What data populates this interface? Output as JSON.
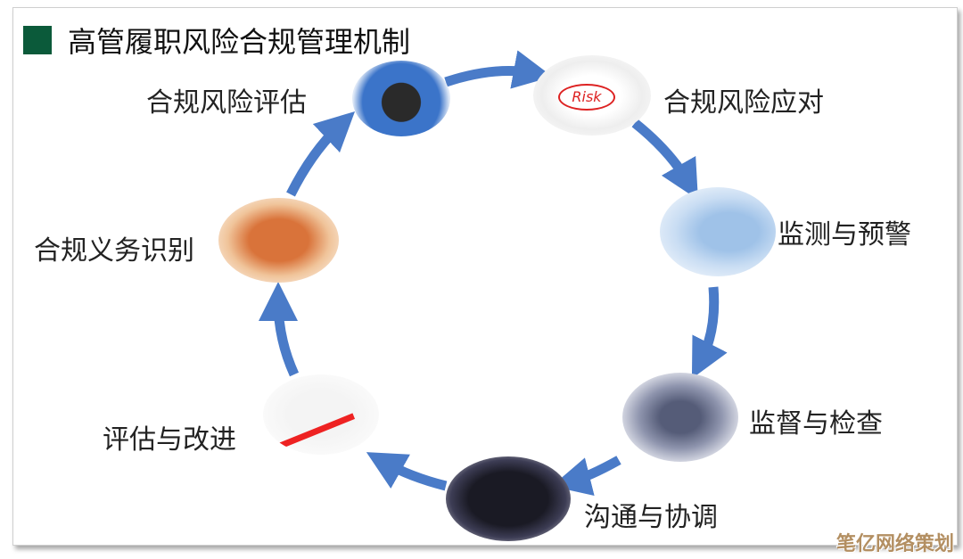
{
  "title": "高管履职风险合规管理机制",
  "accent_color": "#4a7bc8",
  "title_marker_color": "#0b5a3a",
  "nodes": [
    {
      "label": "合规风险评估",
      "icon": "risk-button-icon"
    },
    {
      "label": "合规风险应对",
      "icon": "risk-writing-icon"
    },
    {
      "label": "监测与预警",
      "icon": "radar-dish-icon"
    },
    {
      "label": "监督与检查",
      "icon": "magnifier-inspection-icon"
    },
    {
      "label": "沟通与协调",
      "icon": "network-communication-icon"
    },
    {
      "label": "评估与改进",
      "icon": "growth-arrow-icon"
    },
    {
      "label": "合规义务识别",
      "icon": "puzzle-people-icon"
    }
  ],
  "watermark": "笔亿网络策划"
}
